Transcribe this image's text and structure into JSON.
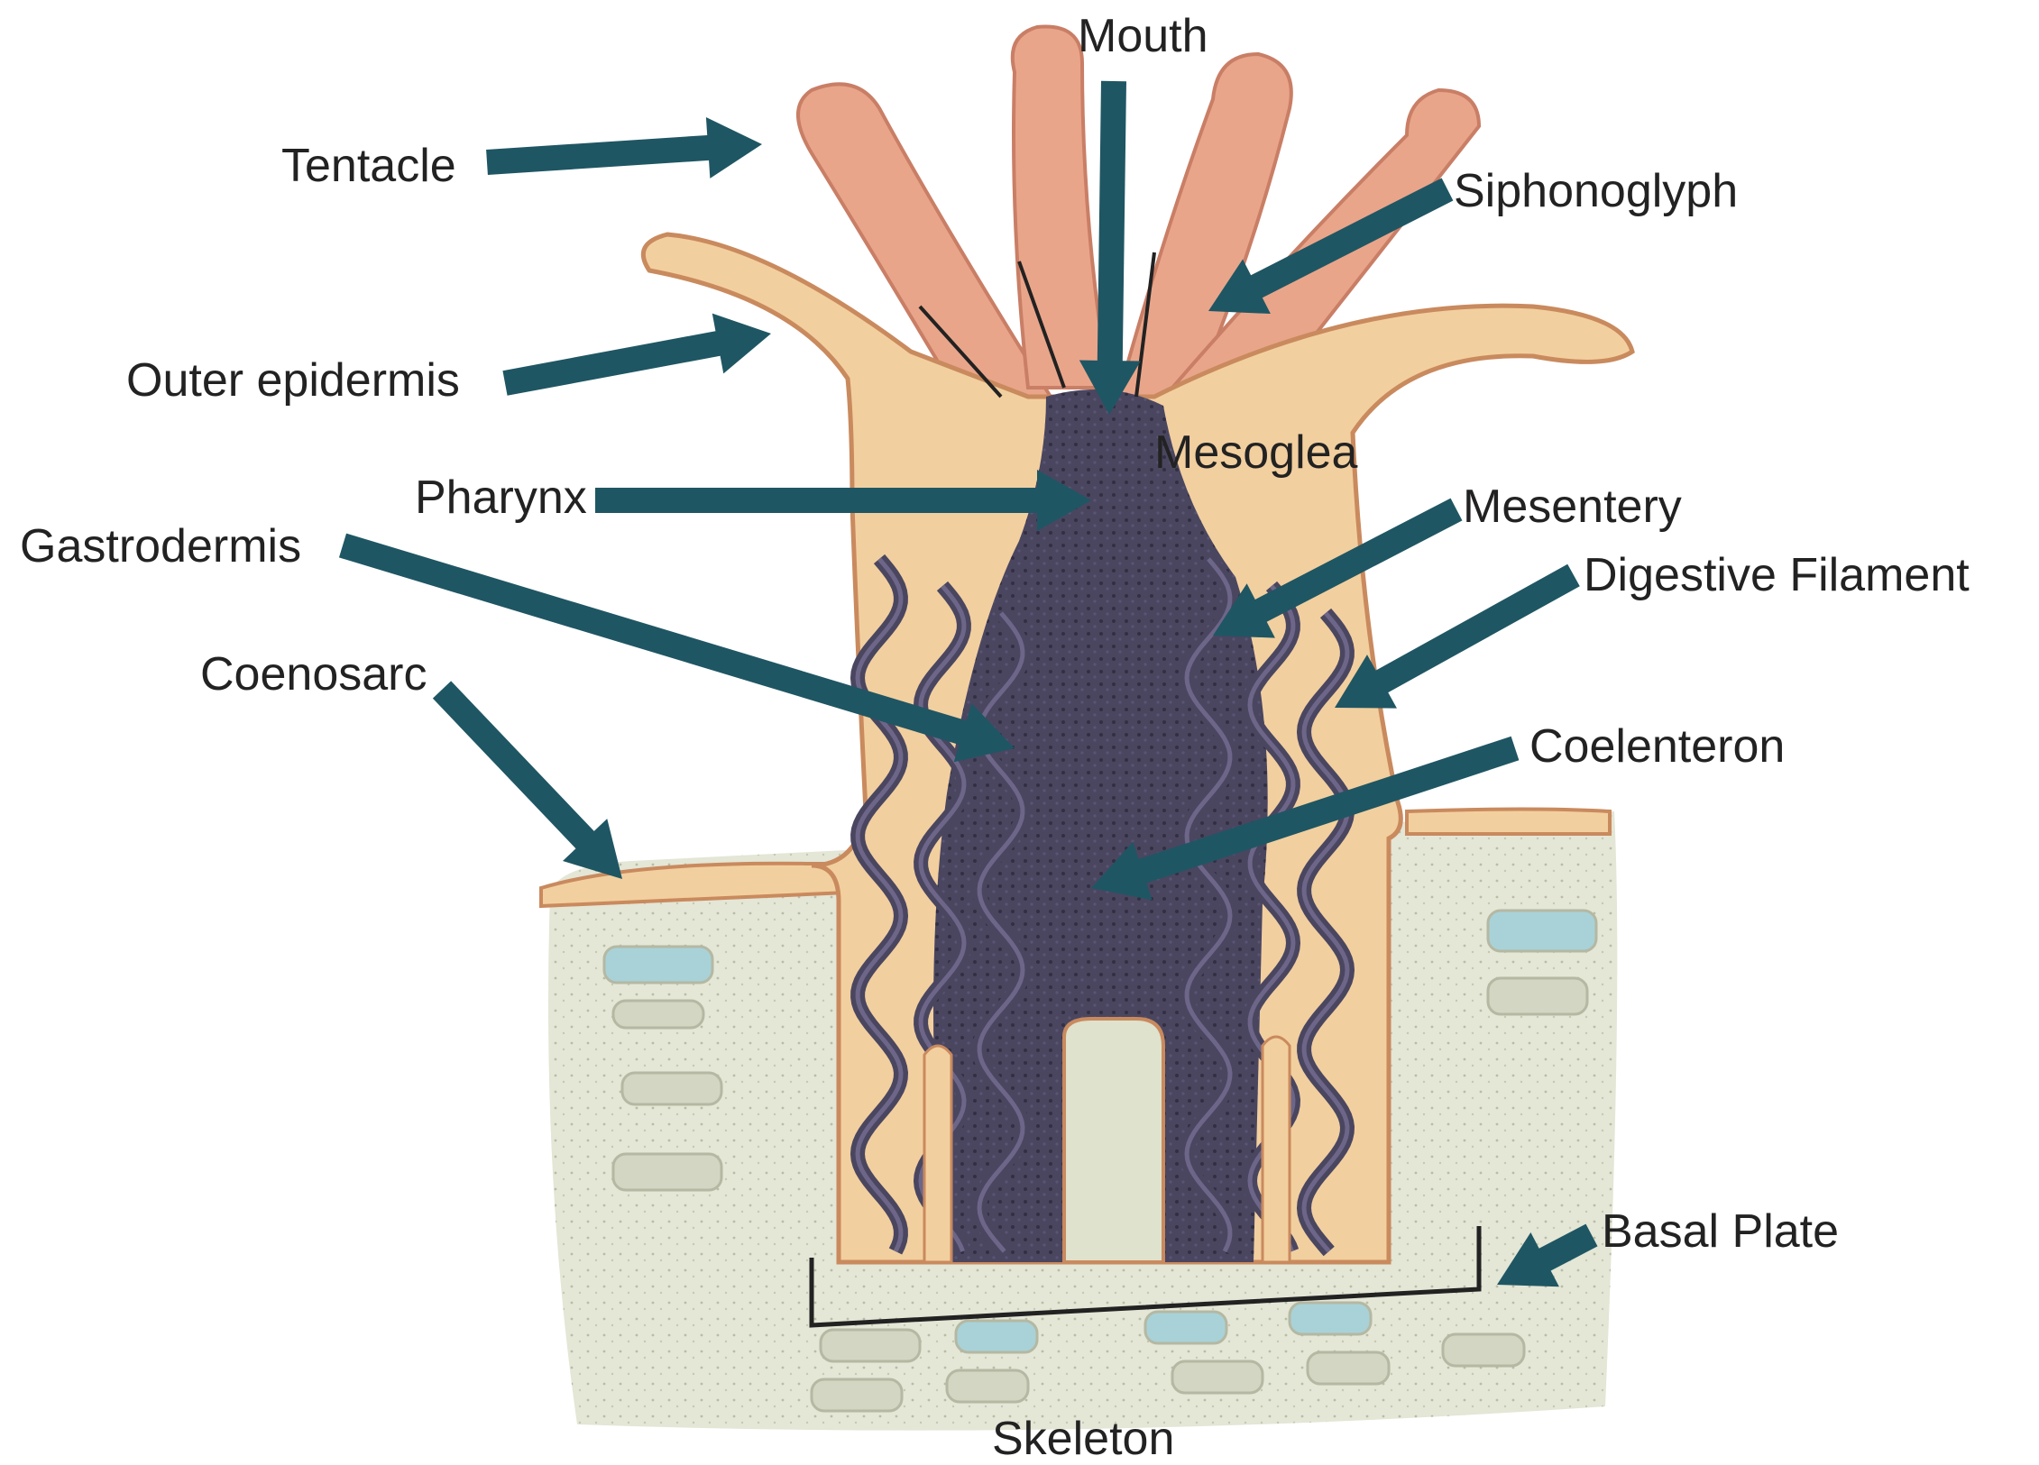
{
  "labels": {
    "mouth": "Mouth",
    "tentacle": "Tentacle",
    "siphonoglyph": "Siphonoglyph",
    "outer_epidermis": "Outer epidermis",
    "mesoglea": "Mesoglea",
    "pharynx": "Pharynx",
    "mesentery": "Mesentery",
    "gastrodermis": "Gastrodermis",
    "digestive_filament": "Digestive Filament",
    "coenosarc": "Coenosarc",
    "coelenteron": "Coelenteron",
    "basal_plate": "Basal Plate",
    "skeleton": "Skeleton"
  },
  "colors": {
    "arrow": "#1f5663",
    "tentacle": "#e9a58a",
    "body": "#f2cf9f",
    "body_outline": "#c98a5e",
    "coelenteron": "#4a4660",
    "mesentery": "#6d6688",
    "skeleton_bg": "#e4e6d6",
    "skeleton_blue": "#a8d2d8",
    "text": "#222222"
  }
}
